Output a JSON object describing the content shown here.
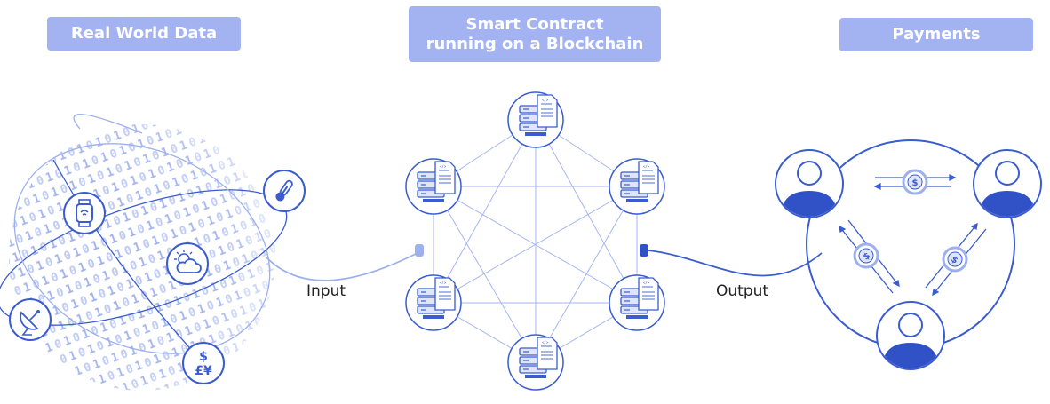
{
  "headers": {
    "real_world_data": "Real World Data",
    "smart_contract_line1": "Smart Contract",
    "smart_contract_line2": "running on a Blockchain",
    "payments": "Payments"
  },
  "labels": {
    "input": "Input",
    "output": "Output"
  },
  "globe": {
    "binary_text": "1 0 1 1 0 0 1 0 1 1 1 0 0 1 0 1 0 0 1 1 0 1 0 1 1 0 0 1 0 1 1 1 0 0 1 0 0 1 0 1 1 0 1 0 0 1 1 0 1 0 1 0 0 1 1 0 1 1 0 0 1 0 1 0 1 1 0 1 0 0 1 0 1 1 0 0 1 1 0 1 0 1 0 0 1 1 1 0 0 1 0 1 0 1 1 0 0 1 0 1 1 0 1 0 0 1 1 0 1 0 1 0 0 1 1 0 1 1 0 0 1 0 1 0 1 1",
    "currency_top": "$",
    "currency_bottom": "£¥"
  },
  "payments": {
    "coin_symbol": "$"
  },
  "colors": {
    "header_bg": "#a3b3f1",
    "line": "#3a5ccf",
    "light_line": "#9db0ee",
    "dark_blue": "#3152c6",
    "node_fill": "#dfe6fb"
  }
}
